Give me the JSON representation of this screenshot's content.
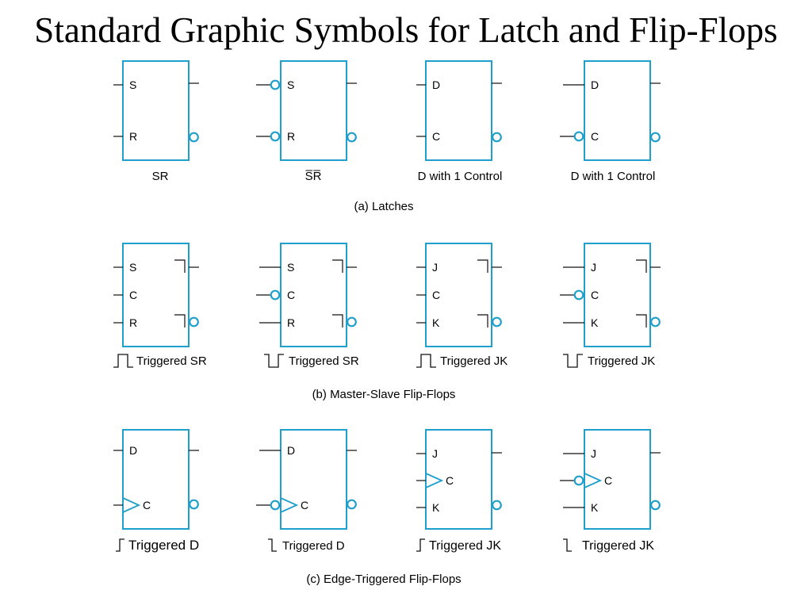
{
  "title": "Standard Graphic Symbols for Latch and Flip-Flops",
  "colors": {
    "symbol_outline": "#1f9fcb",
    "wiring": "#111111",
    "text": "#000000",
    "background": "#ffffff"
  },
  "sections": [
    {
      "label": "(a) Latches",
      "symbols": [
        {
          "caption": {
            "icon": "",
            "text": "SR"
          },
          "postponed_outputs": false,
          "inputs": [
            {
              "label": "S",
              "negated": false,
              "dynamic": false
            },
            {
              "label": "R",
              "negated": false,
              "dynamic": false
            }
          ],
          "outputs": [
            {
              "negated": false
            },
            {
              "negated": true
            }
          ]
        },
        {
          "caption": {
            "icon": "",
            "text": "S̅R̅"
          },
          "postponed_outputs": false,
          "inputs": [
            {
              "label": "S",
              "negated": true,
              "dynamic": false
            },
            {
              "label": "R",
              "negated": true,
              "dynamic": false
            }
          ],
          "outputs": [
            {
              "negated": false
            },
            {
              "negated": true
            }
          ]
        },
        {
          "caption": {
            "icon": "",
            "text": "D with 1 Control"
          },
          "postponed_outputs": false,
          "inputs": [
            {
              "label": "D",
              "negated": false,
              "dynamic": false
            },
            {
              "label": "C",
              "negated": false,
              "dynamic": false
            }
          ],
          "outputs": [
            {
              "negated": false
            },
            {
              "negated": true
            }
          ]
        },
        {
          "caption": {
            "icon": "",
            "text": "D with 1 Control"
          },
          "postponed_outputs": false,
          "inputs": [
            {
              "label": "D",
              "negated": false,
              "dynamic": false
            },
            {
              "label": "C",
              "negated": true,
              "dynamic": false
            }
          ],
          "outputs": [
            {
              "negated": false
            },
            {
              "negated": true
            }
          ]
        }
      ]
    },
    {
      "label": "(b) Master-Slave Flip-Flops",
      "symbols": [
        {
          "caption": {
            "icon": "positive-pulse-icon",
            "text": "Triggered SR"
          },
          "postponed_outputs": true,
          "inputs": [
            {
              "label": "S",
              "negated": false,
              "dynamic": false
            },
            {
              "label": "C",
              "negated": false,
              "dynamic": false
            },
            {
              "label": "R",
              "negated": false,
              "dynamic": false
            }
          ],
          "outputs": [
            {
              "negated": false
            },
            {
              "negated": true
            }
          ]
        },
        {
          "caption": {
            "icon": "negative-pulse-icon",
            "text": "Triggered SR"
          },
          "postponed_outputs": true,
          "inputs": [
            {
              "label": "S",
              "negated": false,
              "dynamic": false
            },
            {
              "label": "C",
              "negated": true,
              "dynamic": false
            },
            {
              "label": "R",
              "negated": false,
              "dynamic": false
            }
          ],
          "outputs": [
            {
              "negated": false
            },
            {
              "negated": true
            }
          ]
        },
        {
          "caption": {
            "icon": "positive-pulse-icon",
            "text": "Triggered JK"
          },
          "postponed_outputs": true,
          "inputs": [
            {
              "label": "J",
              "negated": false,
              "dynamic": false
            },
            {
              "label": "C",
              "negated": false,
              "dynamic": false
            },
            {
              "label": "K",
              "negated": false,
              "dynamic": false
            }
          ],
          "outputs": [
            {
              "negated": false
            },
            {
              "negated": true
            }
          ]
        },
        {
          "caption": {
            "icon": "negative-pulse-icon",
            "text": "Triggered JK"
          },
          "postponed_outputs": true,
          "inputs": [
            {
              "label": "J",
              "negated": false,
              "dynamic": false
            },
            {
              "label": "C",
              "negated": true,
              "dynamic": false
            },
            {
              "label": "K",
              "negated": false,
              "dynamic": false
            }
          ],
          "outputs": [
            {
              "negated": false
            },
            {
              "negated": true
            }
          ]
        }
      ]
    },
    {
      "label": "(c) Edge-Triggered Flip-Flops",
      "symbols": [
        {
          "caption": {
            "icon": "rising-edge-icon",
            "text": "Triggered D"
          },
          "postponed_outputs": false,
          "inputs": [
            {
              "label": "D",
              "negated": false,
              "dynamic": false
            },
            {
              "label": "C",
              "negated": false,
              "dynamic": true
            }
          ],
          "outputs": [
            {
              "negated": false
            },
            {
              "negated": true
            }
          ]
        },
        {
          "caption": {
            "icon": "falling-edge-icon",
            "text": "Triggered D"
          },
          "postponed_outputs": false,
          "inputs": [
            {
              "label": "D",
              "negated": false,
              "dynamic": false
            },
            {
              "label": "C",
              "negated": true,
              "dynamic": true
            }
          ],
          "outputs": [
            {
              "negated": false
            },
            {
              "negated": true
            }
          ]
        },
        {
          "caption": {
            "icon": "rising-edge-icon",
            "text": "Triggered JK"
          },
          "postponed_outputs": false,
          "inputs": [
            {
              "label": "J",
              "negated": false,
              "dynamic": false
            },
            {
              "label": "C",
              "negated": false,
              "dynamic": true
            },
            {
              "label": "K",
              "negated": false,
              "dynamic": false
            }
          ],
          "outputs": [
            {
              "negated": false
            },
            {
              "negated": true
            }
          ]
        },
        {
          "caption": {
            "icon": "falling-edge-icon",
            "text": "Triggered JK"
          },
          "postponed_outputs": false,
          "inputs": [
            {
              "label": "J",
              "negated": false,
              "dynamic": false
            },
            {
              "label": "C",
              "negated": true,
              "dynamic": true
            },
            {
              "label": "K",
              "negated": false,
              "dynamic": false
            }
          ],
          "outputs": [
            {
              "negated": false
            },
            {
              "negated": true
            }
          ]
        }
      ]
    }
  ]
}
